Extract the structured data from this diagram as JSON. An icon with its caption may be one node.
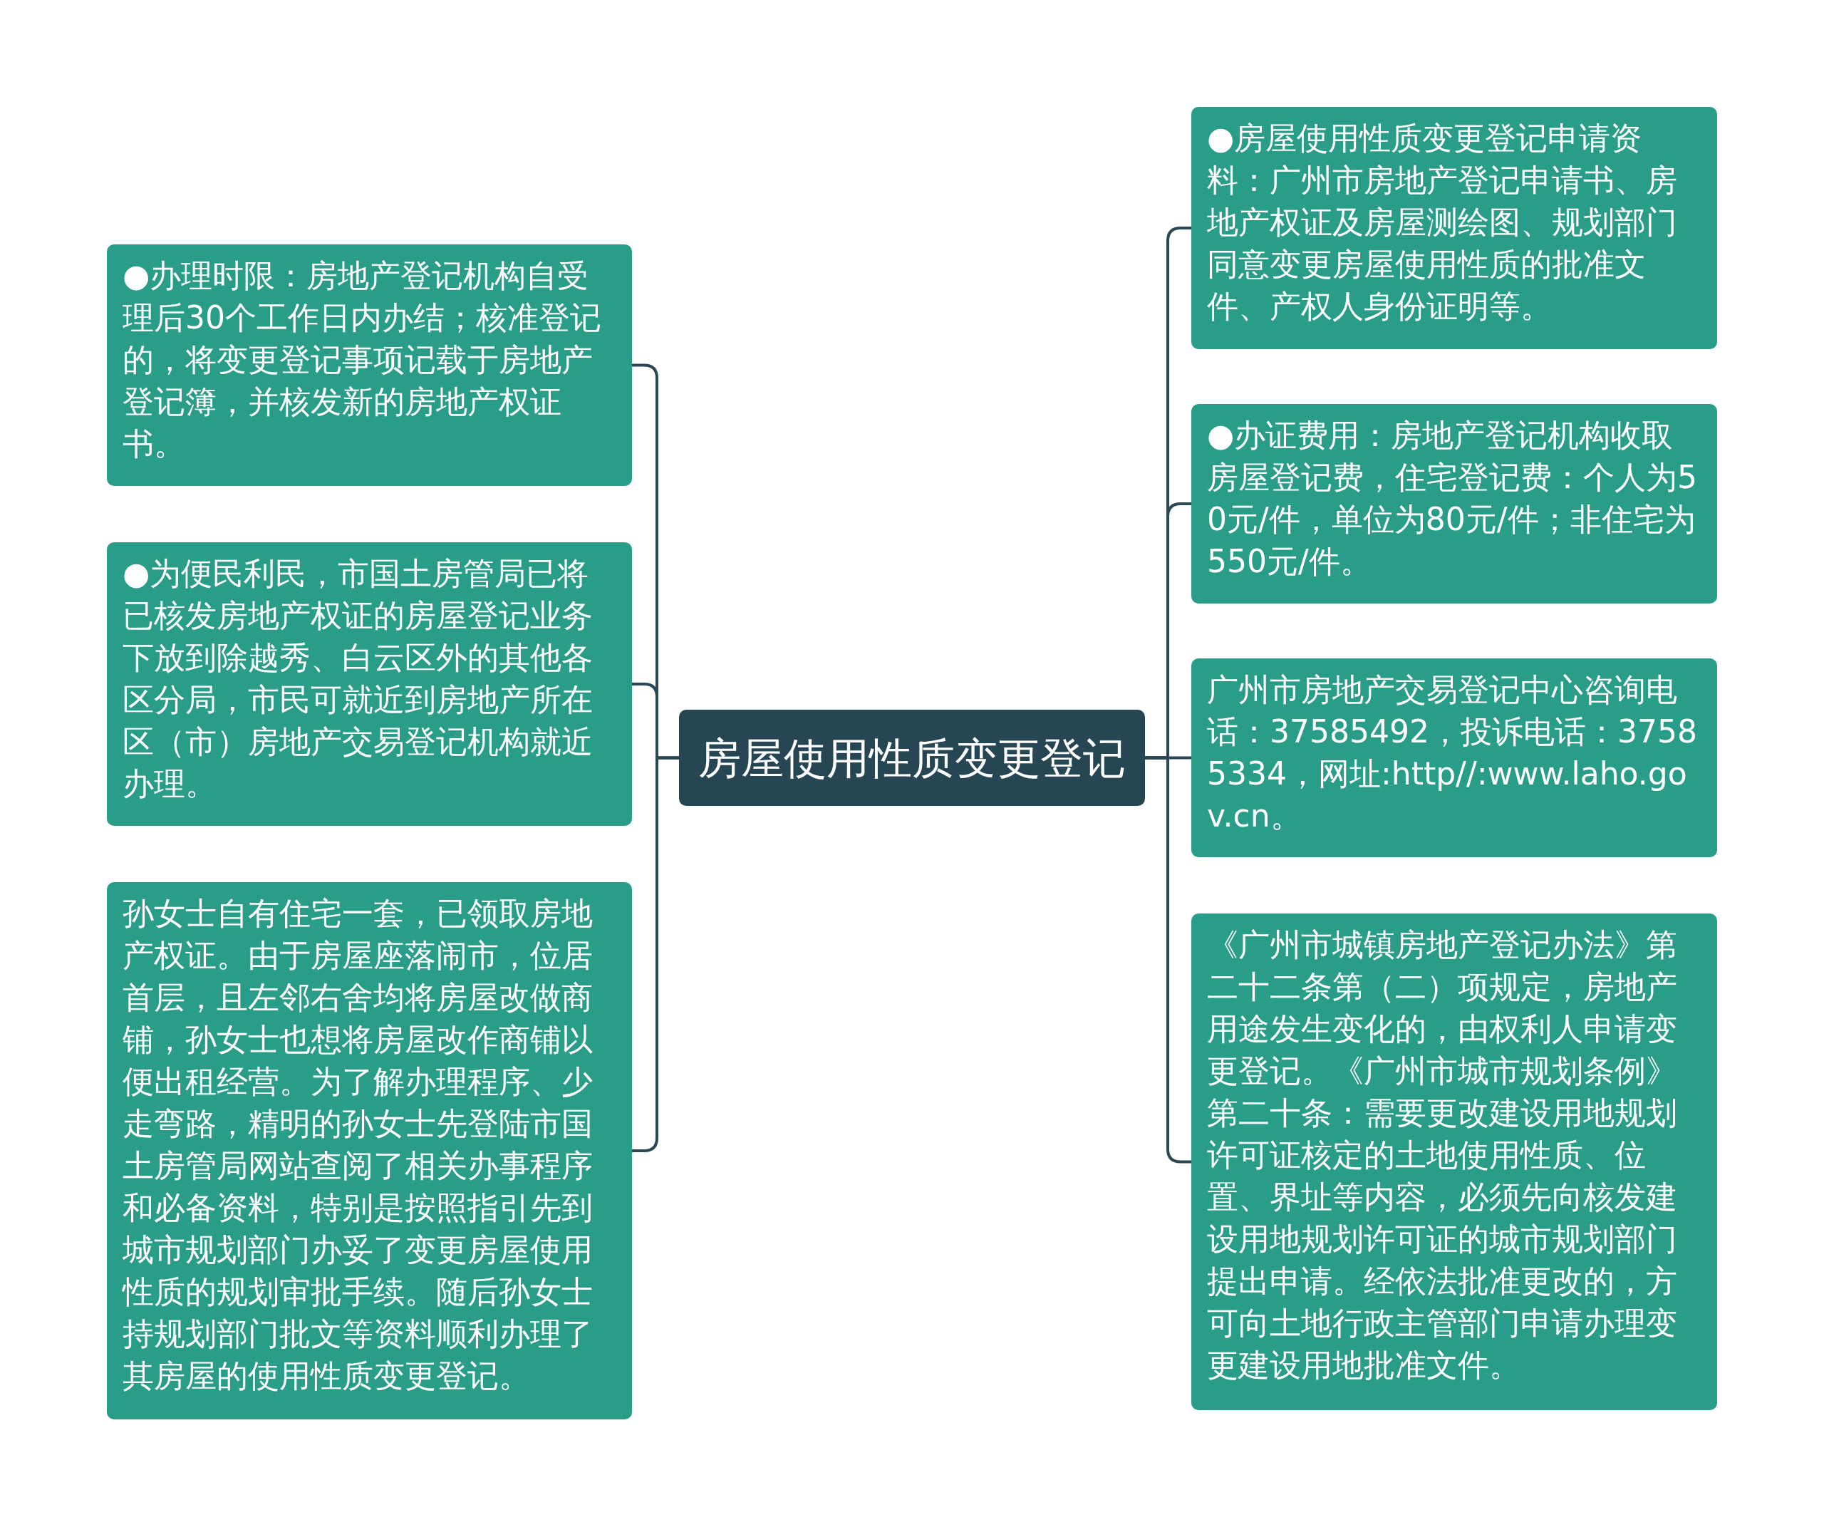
{
  "diagram": {
    "nodes": [
      {
        "text": [
          "房屋使用性质变更登记"
        ]
      },
      {
        "text": [
          "●办理时限：房地产登记机构自受理后30个工作日内办结；核准登记的，将变更登记事项记载于房地产登记簿，并核发新的房地产权证书。"
        ]
      },
      {
        "text": [
          "●为便民利民，市国土房管局已将已核发房地产权证的房屋登记业务下放到除越秀、白云区外的其他各区分局，市民可就近到房地产所在区（市）房地产交易登记机构就近办理。"
        ]
      },
      {
        "text": [
          "孙女士自有住宅一套，已领取房地产权证。由于房屋座落闹市，位居首层，且左邻右舍均将房屋改做商铺，孙女士也想将房屋改作商铺以便出租经营。为了解办理程序、少走弯路，精明的孙女士先登陆市国土房管局网站查阅了相关办事程序和必备资料，特别是按照指引先到城市规划部门办妥了变更房屋使用性质的规划审批手续。随后孙女士持规划部门批文等资料顺利办理了其房屋的使用性质变更登记。"
        ]
      },
      {
        "text": [
          "●房屋使用性质变更登记申请资料：广州市房地产登记申请书、房地产权证及房屋测绘图、规划部门同意变更房屋使用性质的批准文件、产权人身份证明等。"
        ]
      },
      {
        "text": [
          "●办证费用：房地产登记机构收取房屋登记费，住宅登记费：个人为50元/件，单位为80元/件；非住宅为550元/件。"
        ]
      },
      {
        "text": [
          "广州市房地产交易登记中心咨询电话：37585492，投诉电话：37585334，网址:http//:www.laho.gov.cn。"
        ]
      },
      {
        "text": [
          "《广州市城镇房地产登记办法》第二十二条第（二）项规定，房地产用途发生变化的，由权利人申请变更登记。《广州市城市规划条例》第二十条：需要更改建设用地规划许可证核定的土地使用性质、位置、界址等内容，必须先向核发建设用地规划许可证的城市规划部门提出申请。经依法批准更改的，方可向土地行政主管部门申请办理变更建设用地批准文件。"
        ]
      }
    ],
    "edges": [
      {
        "from": 0,
        "to": 1,
        "arrow": "none"
      },
      {
        "from": 0,
        "to": 2,
        "arrow": "none"
      },
      {
        "from": 0,
        "to": 3,
        "arrow": "none"
      },
      {
        "from": 0,
        "to": 4,
        "arrow": "none"
      },
      {
        "from": 0,
        "to": 5,
        "arrow": "none"
      },
      {
        "from": 0,
        "to": 6,
        "arrow": "none"
      },
      {
        "from": 0,
        "to": 7,
        "arrow": "none"
      }
    ]
  }
}
